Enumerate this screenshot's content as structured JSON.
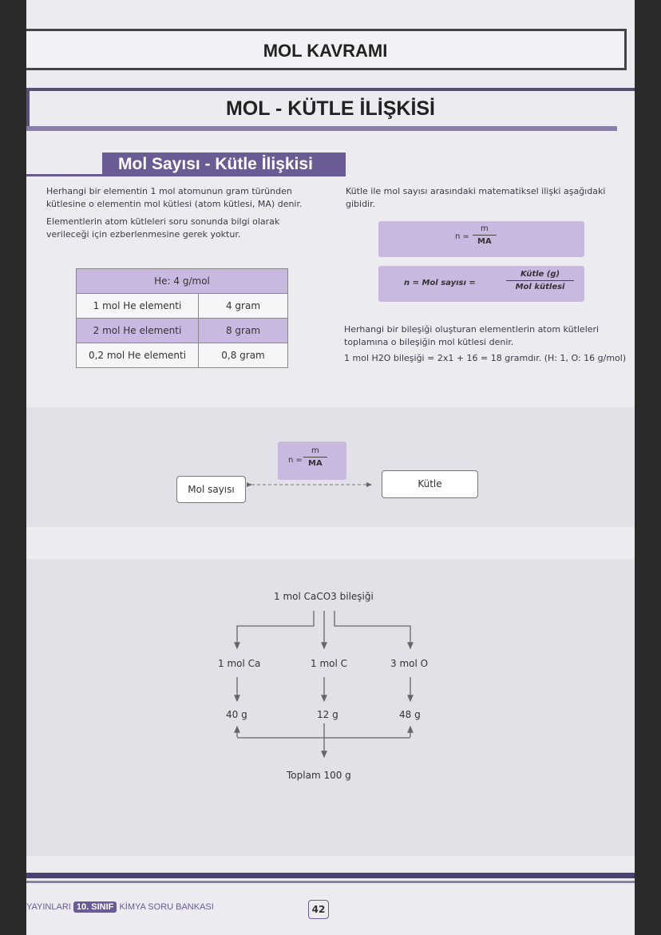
{
  "header": {
    "title": "MOL KAVRAMI",
    "subtitle": "MOL - KÜTLE İLİŞKİSİ"
  },
  "section": {
    "title": "Mol Sayısı - Kütle İlişkisi"
  },
  "left_text": {
    "p1": "Herhangi bir elementin 1 mol atomunun gram türünden kütlesine o elementin mol kütlesi (atom kütlesi, MA) denir.",
    "p2": "Elementlerin atom kütleleri soru sonunda bilgi olarak verileceği için ezberlenmesine gerek yoktur."
  },
  "right_text": {
    "p1": "Kütle ile mol sayısı arasındaki matematiksel ilişki aşağıdaki gibidir.",
    "p2": "Herhangi bir bileşiği oluşturan elementlerin atom kütleleri toplamına o bileşiğin mol kütlesi denir.",
    "p3": "1 mol H2O bileşiği = 2x1 + 16 = 18 gramdır. (H: 1, O: 16 g/mol)"
  },
  "formula1": {
    "lhs": "n =",
    "num": "m",
    "den": "MA"
  },
  "formula2": {
    "lhs": "n = Mol sayısı =",
    "num": "Kütle (g)",
    "den": "Mol kütlesi"
  },
  "table": {
    "header": "He: 4 g/mol",
    "rows": [
      {
        "label": "1 mol He elementi",
        "value": "4 gram"
      },
      {
        "label": "2 mol He elementi",
        "value": "8 gram"
      },
      {
        "label": "0,2 mol He elementi",
        "value": "0,8 gram"
      }
    ]
  },
  "diagram1": {
    "formula": {
      "lhs": "n =",
      "num": "m",
      "den": "MA"
    },
    "left_box": "Mol sayısı",
    "right_box": "Kütle"
  },
  "diagram2": {
    "top": "1 mol CaCO3 bileşiği",
    "elements": [
      "1 mol Ca",
      "1 mol C",
      "3 mol O"
    ],
    "masses": [
      "40 g",
      "12 g",
      "48 g"
    ],
    "total": "Toplam 100 g"
  },
  "footer": {
    "brand": "YAYINLARI",
    "grade": "10. SINIF",
    "book": "KİMYA SORU BANKASI",
    "page": "42"
  },
  "colors": {
    "accent": "#6b5b95",
    "lilac": "#c9b8e0"
  }
}
